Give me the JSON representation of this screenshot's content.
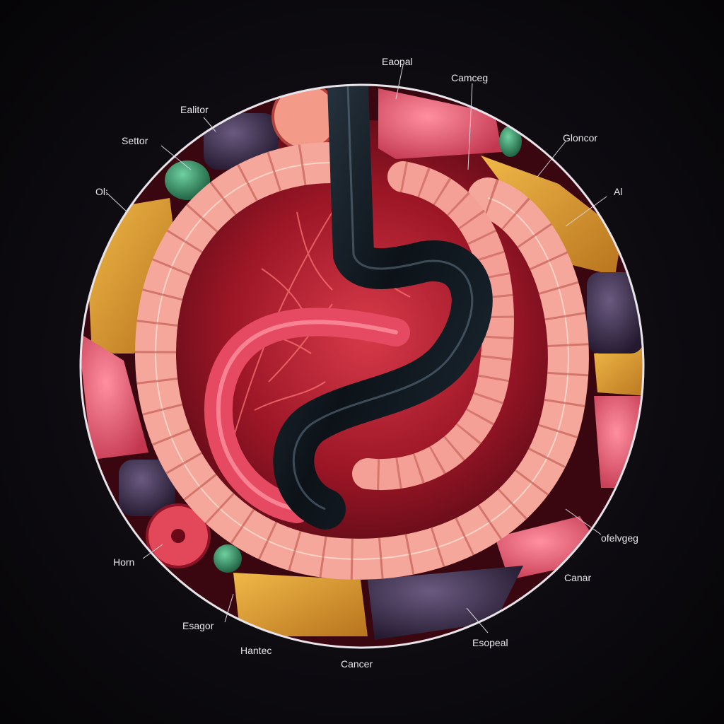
{
  "labels": {
    "top_esophageal": "Eaopal",
    "top_right_cancer": "Camceg",
    "top_left_editor": "Ealitor",
    "left_sector": "Settor",
    "left_ol": "Ol:",
    "right_gloncor": "Gloncor",
    "right_al": "Al",
    "right_ofelvigeg": "ofelvgeg",
    "right_canar": "Canar",
    "bottom_left_horn": "Horn",
    "bottom_left_esagor": "Esagor",
    "bottom_hantec": "Hantec",
    "bottom_cancer": "Cancer",
    "bottom_right_esophageal": "Esopeal"
  },
  "colors": {
    "background": "#0d0b10",
    "rim": "#e8e4ea",
    "intestine": "#f6a79c",
    "intestine_shadow": "#d86a62",
    "tissue_red": "#a4162a",
    "dark_tube": "#141c24",
    "fat": "#d9962f",
    "grape": "#3b2a4a",
    "green_gland": "#2f8a63"
  }
}
